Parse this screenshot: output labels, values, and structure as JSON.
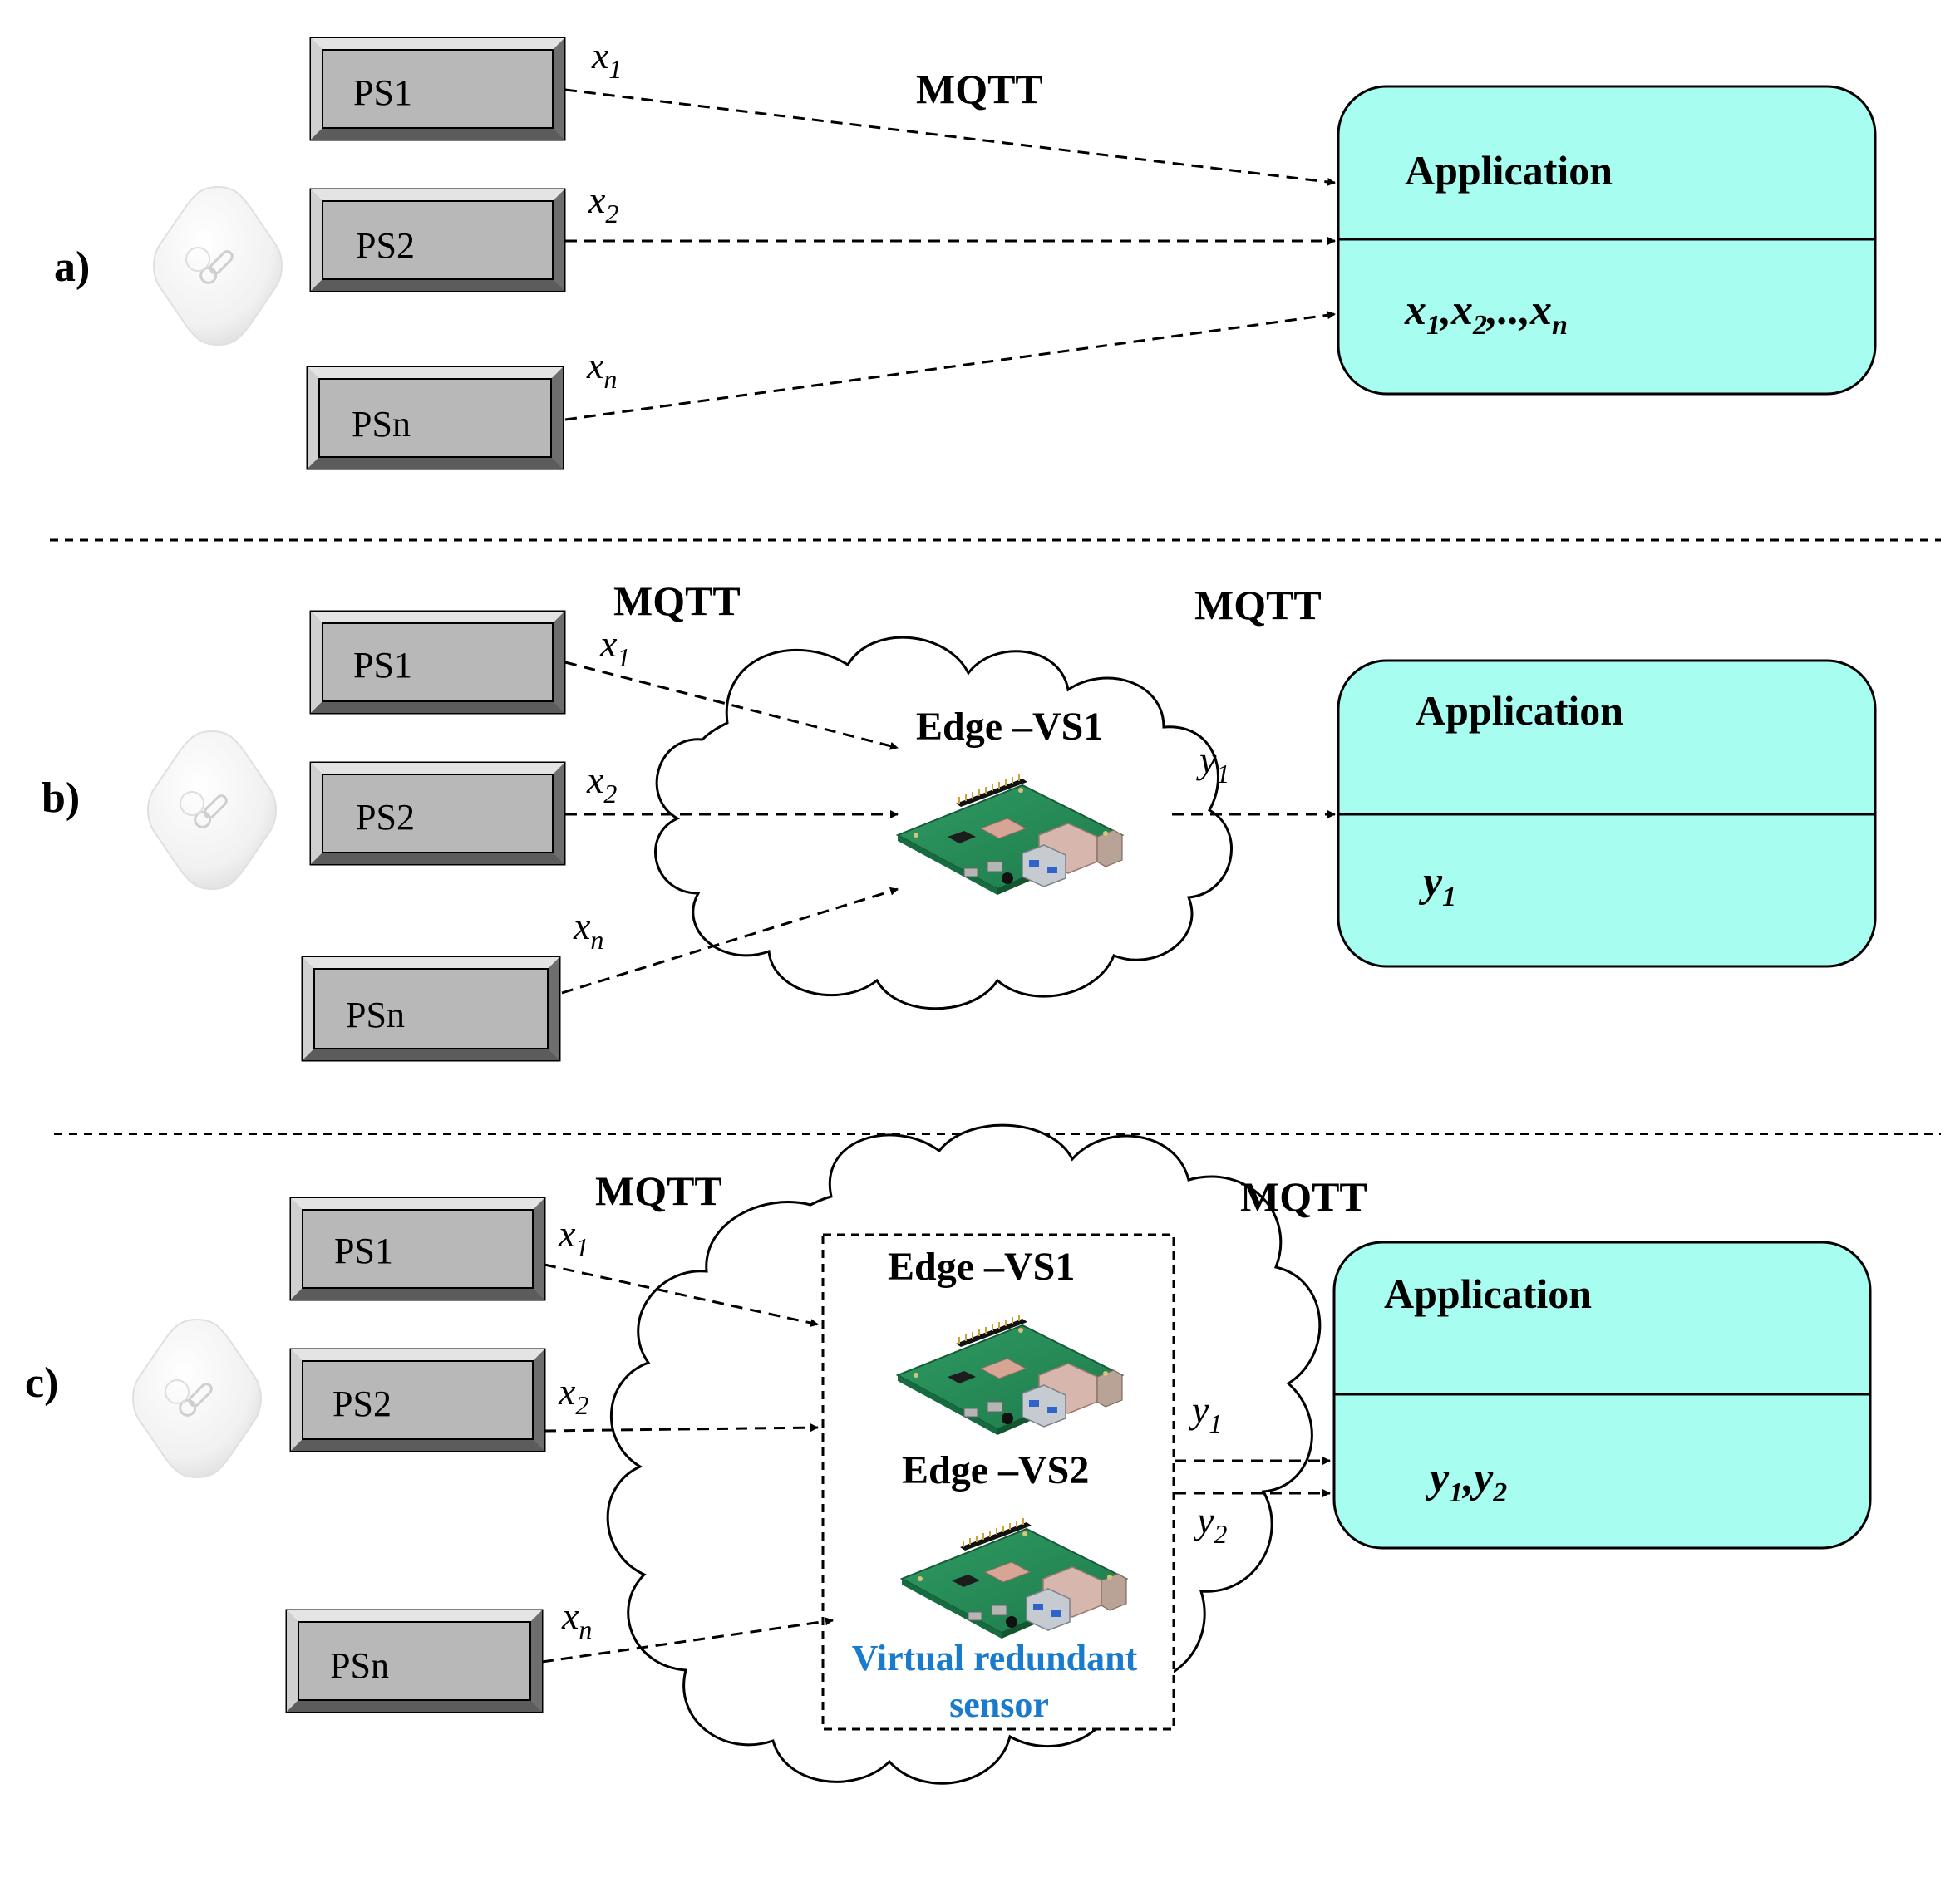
{
  "colors": {
    "application_fill": "#a6fdf0",
    "sensor_fill": "#b8b8b8",
    "sensor_bevel_light": "#e4e4e4",
    "sensor_bevel_dark": "#6e6e6e",
    "vrs_label": "#1a7acb",
    "line": "#000000"
  },
  "panels": [
    {
      "id": "a",
      "label": "a)",
      "sensors": [
        "PS1",
        "PS2",
        "PSn"
      ],
      "protocol_labels": [
        "MQTT"
      ],
      "application": {
        "title": "Application",
        "output": "x1,x2,..,xn"
      }
    },
    {
      "id": "b",
      "label": "b)",
      "sensors": [
        "PS1",
        "PS2",
        "PSn"
      ],
      "protocol_labels": [
        "MQTT",
        "MQTT"
      ],
      "edge_nodes": [
        "Edge –VS1"
      ],
      "application": {
        "title": "Application",
        "output": "y1"
      }
    },
    {
      "id": "c",
      "label": "c)",
      "sensors": [
        "PS1",
        "PS2",
        "PSn"
      ],
      "protocol_labels": [
        "MQTT",
        "MQTT"
      ],
      "edge_nodes": [
        "Edge –VS1",
        "Edge –VS2"
      ],
      "virtual_sensor_label": "Virtual redundant sensor",
      "application": {
        "title": "Application",
        "output": "y1,y2"
      }
    }
  ],
  "signals": {
    "x1": {
      "base": "x",
      "sub": "1"
    },
    "x2": {
      "base": "x",
      "sub": "2"
    },
    "xn": {
      "base": "x",
      "sub": "n"
    },
    "y1": {
      "base": "y",
      "sub": "1"
    },
    "y2": {
      "base": "y",
      "sub": "2"
    }
  },
  "icons": [
    "temperature-sensor-icon",
    "raspberry-pi-board-icon"
  ]
}
